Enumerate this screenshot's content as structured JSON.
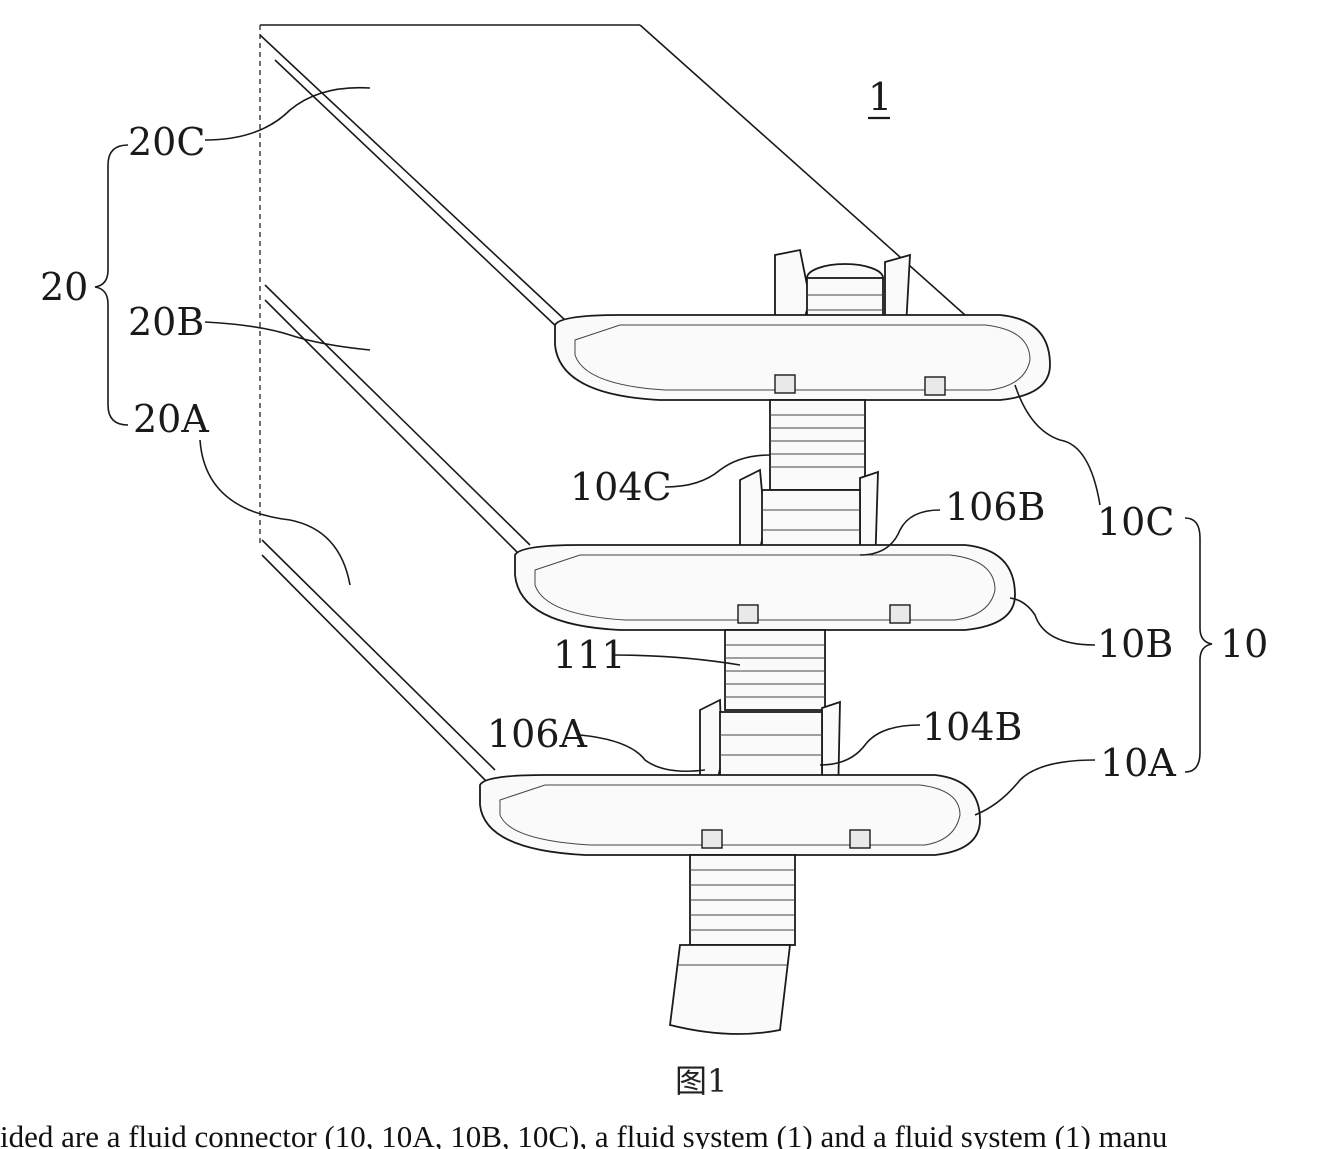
{
  "figure": {
    "title_ref": "1",
    "caption": "图1",
    "description": "ided are a fluid connector (10, 10A, 10B, 10C), a fluid system (1) and a fluid system (1) manu"
  },
  "labels": {
    "l20": "20",
    "l20C": "20C",
    "l20B": "20B",
    "l20A": "20A",
    "l104C": "104C",
    "l106B": "106B",
    "l10C": "10C",
    "l111": "111",
    "l10B": "10B",
    "l10": "10",
    "l106A": "106A",
    "l104B": "104B",
    "l10A": "10A"
  }
}
